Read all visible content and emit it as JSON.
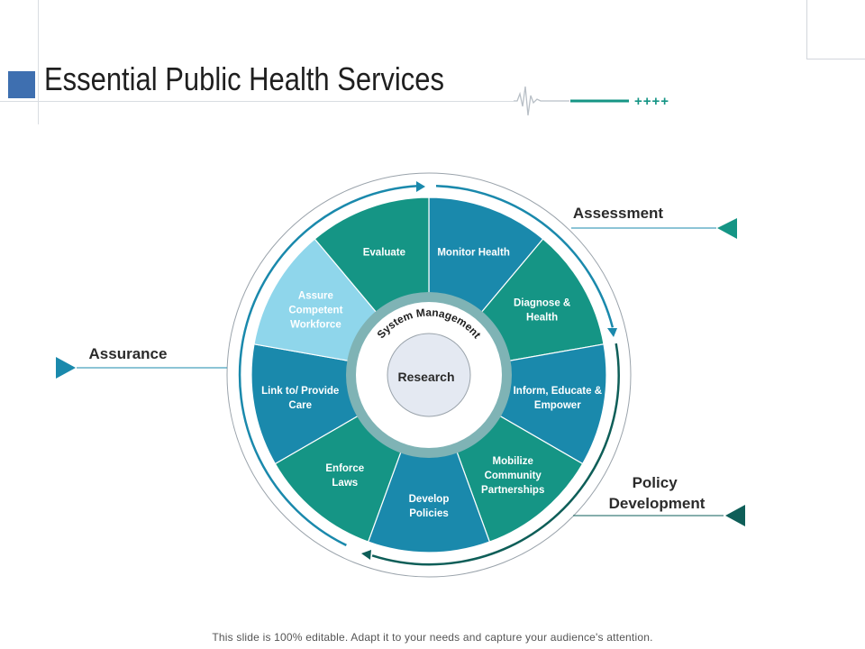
{
  "title": "Essential Public Health Services",
  "footer": "This slide is 100% editable. Adapt it to your needs and capture your audience's attention.",
  "header_plus": "++++",
  "center": {
    "label": "Research",
    "ring_label": "System Management"
  },
  "segments": [
    {
      "label": [
        "Monitor Health"
      ],
      "color": "#1a89ac"
    },
    {
      "label": [
        "Diagnose &",
        "Health"
      ],
      "color": "#159585"
    },
    {
      "label": [
        "Inform, Educate &",
        "Empower"
      ],
      "color": "#1a89ac"
    },
    {
      "label": [
        "Mobilize",
        "Community",
        "Partnerships"
      ],
      "color": "#159585"
    },
    {
      "label": [
        "Develop",
        "Policies"
      ],
      "color": "#1a89ac"
    },
    {
      "label": [
        "Enforce",
        "Laws"
      ],
      "color": "#159585"
    },
    {
      "label": [
        "Link to/ Provide",
        "Care"
      ],
      "color": "#1a89ac"
    },
    {
      "label": [
        "Assure",
        "Competent",
        "Workforce"
      ],
      "color": "#8fd6eb"
    },
    {
      "label": [
        "Evaluate"
      ],
      "color": "#159585"
    }
  ],
  "callouts": {
    "assessment": "Assessment",
    "assurance": "Assurance",
    "policy": [
      "Policy",
      "Development"
    ]
  },
  "colors": {
    "teal": "#159585",
    "blue": "#1a89ac",
    "light_blue": "#8fd6eb",
    "dark_teal": "#0e5e58",
    "title_square": "#3e6fb0"
  }
}
